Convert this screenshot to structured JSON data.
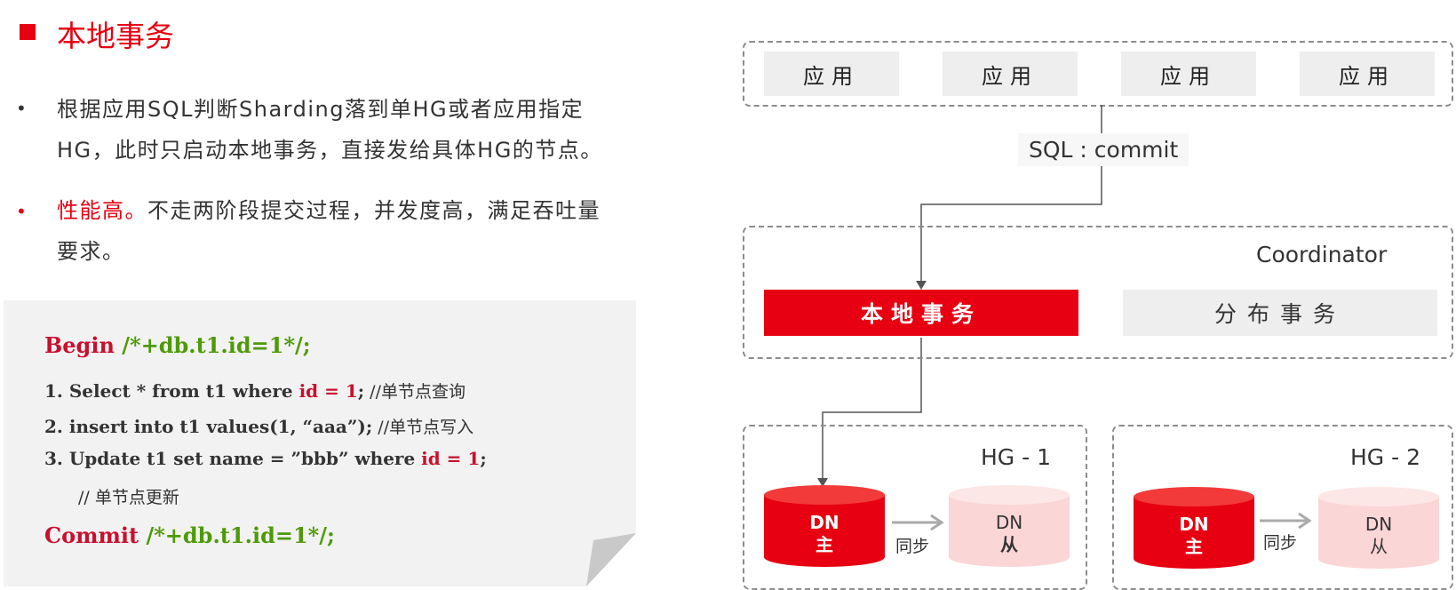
{
  "title": "本地事务",
  "bullets": [
    {
      "text_lines": [
        "根据应用SQL判断Sharding落到单HG或者应用指定",
        "HG，此时只启动本地事务，直接发给具体HG的节点。"
      ]
    },
    {
      "highlight": "性能高。",
      "text_rest": "不走两阶段提交过程，并发度高，满足吞吐量",
      "text_line2": "要求。"
    }
  ],
  "code": {
    "begin_kw": "Begin",
    "begin_hint": " /*+db.t1.id=1*/;",
    "line1_prefix": "1. Select * from t1 where ",
    "line1_cond": "id = 1",
    "line1_suffix": ";",
    "line1_comment": " //单节点查询",
    "line2_prefix": "2. insert into t1 values(1, “aaa”);",
    "line2_comment": " //单节点写入",
    "line3_prefix": "3. Update t1 set name = ”bbb” where ",
    "line3_cond": "id = 1",
    "line3_suffix": ";",
    "line3_comment": "// 单节点更新",
    "commit_kw": "Commit",
    "commit_hint": " /*+db.t1.id=1*/;"
  },
  "diagram": {
    "apps": [
      "应用",
      "应用",
      "应用",
      "应用"
    ],
    "sql_label": "SQL : commit",
    "coordinator_label": "Coordinator",
    "local_tx_label": "本地事务",
    "dist_tx_label": "分布事务",
    "hg_groups": [
      {
        "label": "HG - 1",
        "primary_lines": [
          "DN",
          "主"
        ],
        "replica_lines": [
          "DN",
          "从"
        ],
        "sync_label": "同步"
      },
      {
        "label": "HG - 2",
        "primary_lines": [
          "DN",
          "主"
        ],
        "replica_lines": [
          "DN",
          "从"
        ],
        "sync_label": "同步"
      }
    ]
  },
  "colors": {
    "accent_red": "#e60012",
    "code_green": "#4e9a06",
    "replica_pink": "#fbd6d6",
    "box_gray": "#eeeeee"
  }
}
